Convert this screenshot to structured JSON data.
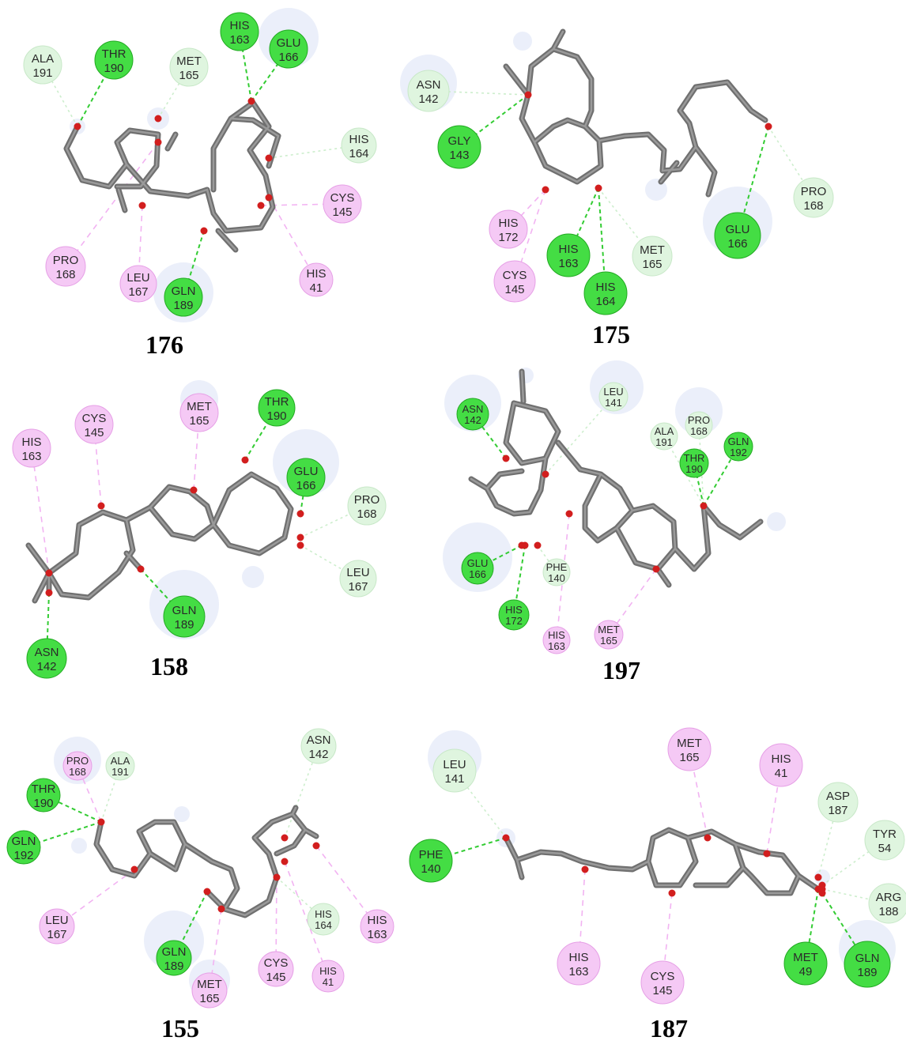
{
  "colors": {
    "hbond": "#33cc33",
    "vdw": "#cdeecd",
    "alkyl": "#f2b3f2",
    "conventional_hbond_fill": "#44dd44",
    "vdw_fill": "#dff5df",
    "alkyl_fill": "#f5c9f5",
    "solvent_halo": "#dde4f7",
    "carbon": "#707070",
    "oxygen": "#d21e1e",
    "hydrogen": "#ffffff"
  },
  "panels": [
    {
      "label": "176",
      "residues": [
        {
          "name": "ALA",
          "num": "191",
          "type": "vdw"
        },
        {
          "name": "THR",
          "num": "190",
          "type": "hbond"
        },
        {
          "name": "MET",
          "num": "165",
          "type": "vdw"
        },
        {
          "name": "HIS",
          "num": "163",
          "type": "hbond"
        },
        {
          "name": "GLU",
          "num": "166",
          "type": "hbond"
        },
        {
          "name": "HIS",
          "num": "164",
          "type": "vdw"
        },
        {
          "name": "CYS",
          "num": "145",
          "type": "alkyl"
        },
        {
          "name": "PRO",
          "num": "168",
          "type": "alkyl"
        },
        {
          "name": "LEU",
          "num": "167",
          "type": "alkyl"
        },
        {
          "name": "GLN",
          "num": "189",
          "type": "hbond"
        },
        {
          "name": "HIS",
          "num": "41",
          "type": "alkyl"
        }
      ]
    },
    {
      "label": "175",
      "residues": [
        {
          "name": "ASN",
          "num": "142",
          "type": "vdw"
        },
        {
          "name": "GLY",
          "num": "143",
          "type": "hbond"
        },
        {
          "name": "HIS",
          "num": "172",
          "type": "alkyl"
        },
        {
          "name": "CYS",
          "num": "145",
          "type": "alkyl"
        },
        {
          "name": "HIS",
          "num": "163",
          "type": "hbond"
        },
        {
          "name": "HIS",
          "num": "164",
          "type": "hbond"
        },
        {
          "name": "MET",
          "num": "165",
          "type": "vdw"
        },
        {
          "name": "GLU",
          "num": "166",
          "type": "hbond"
        },
        {
          "name": "PRO",
          "num": "168",
          "type": "vdw"
        }
      ]
    },
    {
      "label": "158",
      "residues": [
        {
          "name": "HIS",
          "num": "163",
          "type": "alkyl"
        },
        {
          "name": "CYS",
          "num": "145",
          "type": "alkyl"
        },
        {
          "name": "MET",
          "num": "165",
          "type": "alkyl"
        },
        {
          "name": "THR",
          "num": "190",
          "type": "hbond"
        },
        {
          "name": "GLU",
          "num": "166",
          "type": "hbond"
        },
        {
          "name": "PRO",
          "num": "168",
          "type": "vdw"
        },
        {
          "name": "LEU",
          "num": "167",
          "type": "vdw"
        },
        {
          "name": "GLN",
          "num": "189",
          "type": "hbond"
        },
        {
          "name": "ASN",
          "num": "142",
          "type": "hbond"
        }
      ]
    },
    {
      "label": "197",
      "residues": [
        {
          "name": "ASN",
          "num": "142",
          "type": "hbond"
        },
        {
          "name": "LEU",
          "num": "141",
          "type": "vdw"
        },
        {
          "name": "ALA",
          "num": "191",
          "type": "vdw"
        },
        {
          "name": "PRO",
          "num": "168",
          "type": "vdw"
        },
        {
          "name": "THR",
          "num": "190",
          "type": "hbond"
        },
        {
          "name": "GLN",
          "num": "192",
          "type": "hbond"
        },
        {
          "name": "GLU",
          "num": "166",
          "type": "hbond"
        },
        {
          "name": "PHE",
          "num": "140",
          "type": "vdw"
        },
        {
          "name": "HIS",
          "num": "172",
          "type": "hbond"
        },
        {
          "name": "HIS",
          "num": "163",
          "type": "alkyl"
        },
        {
          "name": "MET",
          "num": "165",
          "type": "alkyl"
        }
      ]
    },
    {
      "label": "155",
      "residues": [
        {
          "name": "PRO",
          "num": "168",
          "type": "alkyl"
        },
        {
          "name": "ALA",
          "num": "191",
          "type": "vdw"
        },
        {
          "name": "ASN",
          "num": "142",
          "type": "vdw"
        },
        {
          "name": "THR",
          "num": "190",
          "type": "hbond"
        },
        {
          "name": "GLN",
          "num": "192",
          "type": "hbond"
        },
        {
          "name": "LEU",
          "num": "167",
          "type": "alkyl"
        },
        {
          "name": "GLN",
          "num": "189",
          "type": "hbond"
        },
        {
          "name": "MET",
          "num": "165",
          "type": "alkyl"
        },
        {
          "name": "HIS",
          "num": "164",
          "type": "vdw"
        },
        {
          "name": "CYS",
          "num": "145",
          "type": "alkyl"
        },
        {
          "name": "HIS",
          "num": "41",
          "type": "alkyl"
        },
        {
          "name": "HIS",
          "num": "163",
          "type": "alkyl"
        }
      ]
    },
    {
      "label": "187",
      "residues": [
        {
          "name": "LEU",
          "num": "141",
          "type": "vdw"
        },
        {
          "name": "PHE",
          "num": "140",
          "type": "hbond"
        },
        {
          "name": "MET",
          "num": "165",
          "type": "alkyl"
        },
        {
          "name": "HIS",
          "num": "41",
          "type": "alkyl"
        },
        {
          "name": "ASP",
          "num": "187",
          "type": "vdw"
        },
        {
          "name": "TYR",
          "num": "54",
          "type": "vdw"
        },
        {
          "name": "ARG",
          "num": "188",
          "type": "vdw"
        },
        {
          "name": "HIS",
          "num": "163",
          "type": "alkyl"
        },
        {
          "name": "CYS",
          "num": "145",
          "type": "alkyl"
        },
        {
          "name": "MET",
          "num": "49",
          "type": "hbond"
        },
        {
          "name": "GLN",
          "num": "189",
          "type": "hbond"
        }
      ]
    }
  ]
}
